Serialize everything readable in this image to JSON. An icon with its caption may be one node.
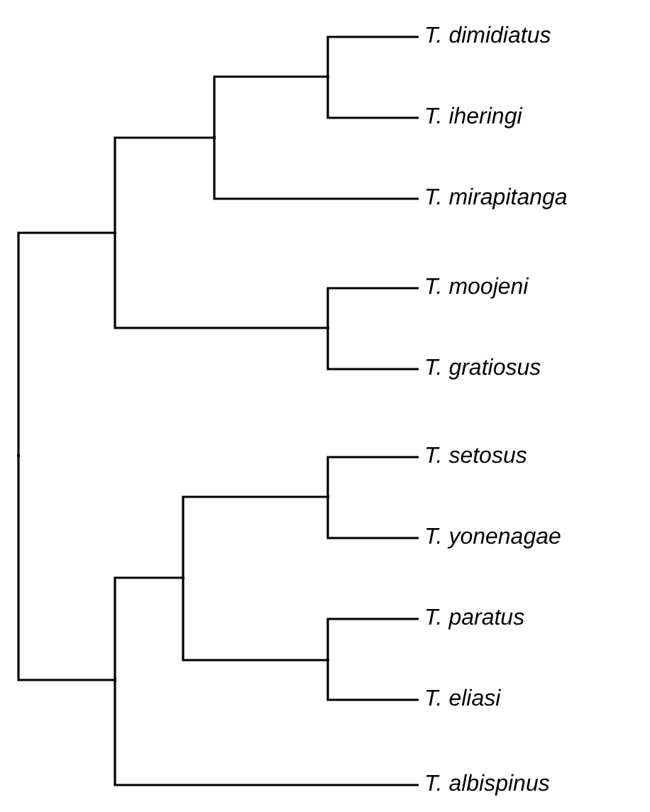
{
  "diagram": {
    "nodes": [
      {
        "text": [
          "T. dimidiatus"
        ]
      },
      {
        "text": [
          "T. iheringi"
        ]
      },
      {
        "text": [
          "T. mirapitanga"
        ]
      },
      {
        "text": [
          "T. moojeni"
        ]
      },
      {
        "text": [
          "T. gratiosus"
        ]
      },
      {
        "text": [
          "T. setosus"
        ]
      },
      {
        "text": [
          "T. yonenagae"
        ]
      },
      {
        "text": [
          "T. paratus"
        ]
      },
      {
        "text": [
          "T. eliasi"
        ]
      },
      {
        "text": [
          "T. albispinus"
        ]
      },
      {
        "text": [],
        "shape": "point"
      },
      {
        "text": [],
        "shape": "point"
      },
      {
        "text": [],
        "shape": "point"
      },
      {
        "text": [],
        "shape": "point"
      },
      {
        "text": [],
        "shape": "point"
      },
      {
        "text": [],
        "shape": "point"
      },
      {
        "text": [],
        "shape": "point"
      },
      {
        "text": [],
        "shape": "point"
      },
      {
        "text": [],
        "shape": "point"
      }
    ],
    "edges": [
      {
        "from": 10,
        "to": 11,
        "arrow": "none"
      },
      {
        "from": 10,
        "to": 12,
        "arrow": "none"
      },
      {
        "from": 11,
        "to": 13,
        "arrow": "none"
      },
      {
        "from": 11,
        "to": 16,
        "arrow": "none"
      },
      {
        "from": 12,
        "to": 14,
        "arrow": "none"
      },
      {
        "from": 12,
        "to": 9,
        "arrow": "none"
      },
      {
        "from": 13,
        "to": 15,
        "arrow": "none"
      },
      {
        "from": 13,
        "to": 2,
        "arrow": "none"
      },
      {
        "from": 14,
        "to": 17,
        "arrow": "none"
      },
      {
        "from": 14,
        "to": 18,
        "arrow": "none"
      },
      {
        "from": 15,
        "to": 0,
        "arrow": "none"
      },
      {
        "from": 15,
        "to": 1,
        "arrow": "none"
      },
      {
        "from": 16,
        "to": 3,
        "arrow": "none"
      },
      {
        "from": 16,
        "to": 4,
        "arrow": "none"
      },
      {
        "from": 17,
        "to": 5,
        "arrow": "none"
      },
      {
        "from": 17,
        "to": 6,
        "arrow": "none"
      },
      {
        "from": 18,
        "to": 7,
        "arrow": "none"
      },
      {
        "from": 18,
        "to": 8,
        "arrow": "none"
      }
    ]
  }
}
